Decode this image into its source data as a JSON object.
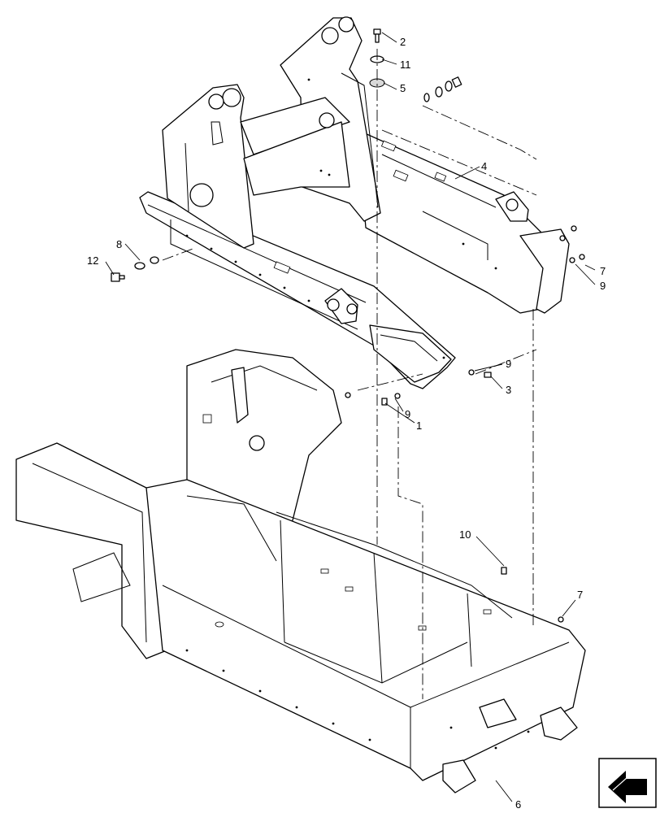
{
  "callouts": {
    "c1": "1",
    "c2": "2",
    "c3": "3",
    "c4": "4",
    "c5": "5",
    "c6": "6",
    "c7a": "7",
    "c7b": "7",
    "c8": "8",
    "c9a": "9",
    "c9b": "9",
    "c9c": "9",
    "c10": "10",
    "c11": "11",
    "c12": "12"
  },
  "icons": {
    "navigation": "arrow-icon"
  }
}
